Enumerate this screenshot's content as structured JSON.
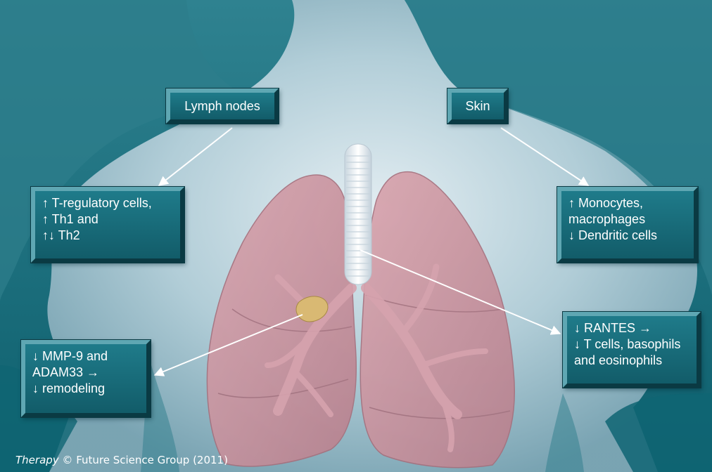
{
  "labels": {
    "lymph_nodes": "Lymph nodes",
    "skin": "Skin",
    "lymph_effects": [
      "↑ T-regulatory cells,",
      "↑ Th1 and",
      "↑↓ Th2"
    ],
    "skin_effects": [
      "↑ Monocytes,",
      "macrophages",
      "↓ Dendritic cells"
    ],
    "lung_remodeling": [
      "↓ MMP-9 and",
      "ADAM33 →",
      "↓ remodeling"
    ],
    "airway_cells": [
      "↓ RANTES →",
      "↓ T cells, basophils",
      "and eosinophils"
    ]
  },
  "credit": {
    "journal": "Therapy",
    "rest": " © Future Science Group (2011)"
  },
  "colors": {
    "background_teal": "#0f6a78",
    "box_fill": "#1a6f7d",
    "lung": "#c98f9b",
    "trachea": "#e8eef4",
    "lesion": "#d9b973"
  }
}
